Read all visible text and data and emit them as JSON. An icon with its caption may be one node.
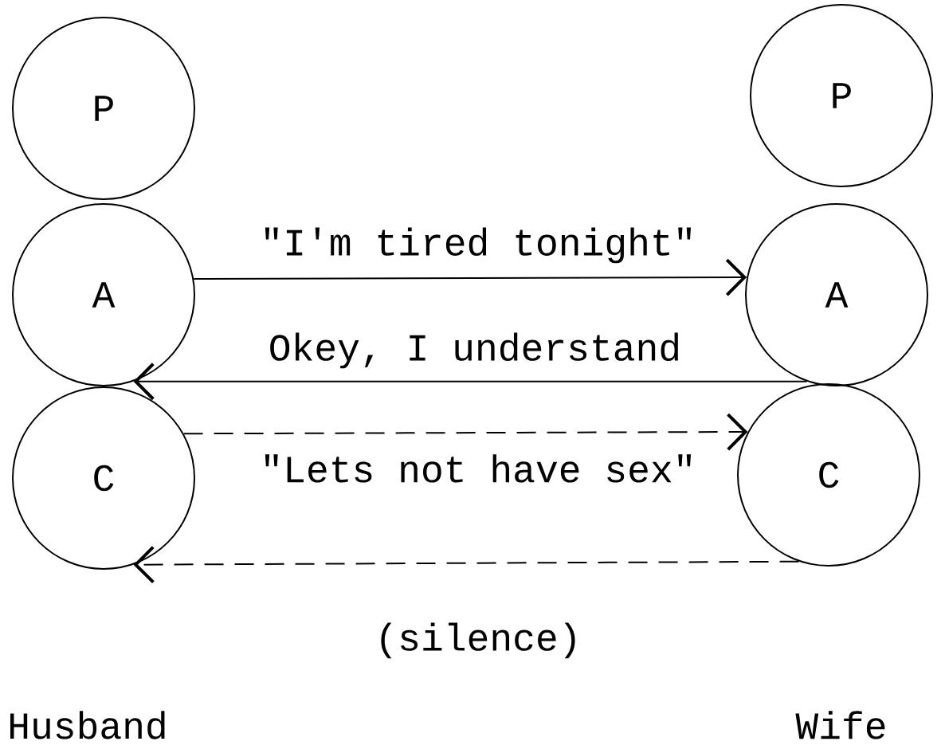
{
  "diagram": {
    "nodes": [
      {
        "text": [
          "P"
        ]
      },
      {
        "text": [
          "A"
        ]
      },
      {
        "text": [
          "C"
        ]
      },
      {
        "text": [
          "P"
        ]
      },
      {
        "text": [
          "A"
        ]
      },
      {
        "text": [
          "C"
        ]
      }
    ],
    "edges": [
      {
        "from": 1,
        "to": 4,
        "arrow": "to",
        "label": "\"I'm tired tonight\""
      },
      {
        "from": 4,
        "to": 1,
        "arrow": "to",
        "label": "Okey, I understand"
      },
      {
        "from": 2,
        "to": 5,
        "arrow": "to",
        "style": "dashed",
        "label": "\"Lets not have sex\""
      },
      {
        "from": 5,
        "to": 2,
        "arrow": "to",
        "style": "dashed",
        "label": "(silence)"
      }
    ],
    "labels": [
      "Husband",
      "Wife"
    ]
  }
}
